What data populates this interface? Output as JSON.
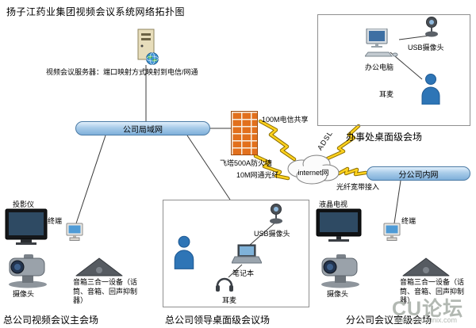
{
  "title": "扬子江药业集团视频会议系统网络拓扑图",
  "backbone": {
    "server_caption": "视频会议服务器：端口映射方式映射到电信/网通",
    "lan": "公司局域网",
    "firewall": "飞塔500A防火墙",
    "telecom_link": "100M电信共享",
    "netcom_link": "10M网通光纤",
    "internet": "internet网",
    "adsl": "ADSL",
    "fiber_access": "光纤宽带接入",
    "branch_lan": "分公司内网"
  },
  "sites": {
    "office": {
      "title": "办事处桌面级会场",
      "usb_camera": "USB摄像头",
      "pc": "办公电脑",
      "headset": "耳麦"
    },
    "hq_main": {
      "title": "总公司视频会议主会场",
      "projector": "投影仪",
      "terminal": "终端",
      "camera": "摄像头",
      "audio": "音箱三合一设备（话筒、音箱、回声抑制器）"
    },
    "hq_leader": {
      "title": "总公司领导桌面级会议场",
      "usb_camera": "USB摄像头",
      "laptop": "笔记本",
      "headset": "耳麦"
    },
    "branch": {
      "title": "分公司会议室级会场",
      "tv": "液晶电视",
      "terminal": "终端",
      "camera": "摄像头",
      "audio": "音箱三合一设备（话筒、音箱、回声抑制器）"
    }
  },
  "watermark": {
    "brand": "CU论坛",
    "url": "www.chinaunix.com"
  },
  "colors": {
    "cylinder_fill": "#a9cce9",
    "firewall_brick": "#e2701d",
    "lightning": "#ffd21e",
    "person_blue": "#2e75b6",
    "cloud_stroke": "#808080"
  },
  "icons": {
    "server": "tower-with-globe",
    "webcam": "usb-camera",
    "pc": "monitor-keyboard-mouse",
    "person": "blue-person",
    "terminal": "small-monitor",
    "display": "crt-screen",
    "tv": "lcd-tv",
    "ptz_camera": "conference-camera",
    "speakerphone": "triangle-audio-device",
    "laptop": "open-laptop",
    "headset": "headphones",
    "cloud": "internet-cloud",
    "lightning": "zigzag-link"
  }
}
